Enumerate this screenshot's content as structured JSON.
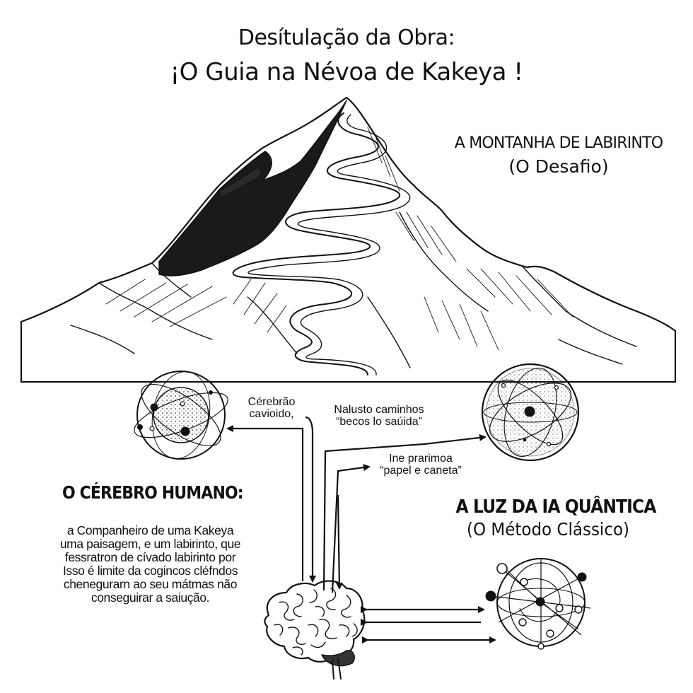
{
  "title": {
    "line1": "Desítulação da Obra:",
    "line2": "¡O Guia na Névoa de Kakeya !"
  },
  "mountain": {
    "label": "A MONTANHA DE LABIRINTO",
    "sublabel": "(O Desafio)"
  },
  "brain": {
    "label": "O CÉREBRO HUMANO:",
    "description": [
      "a Companheiro de uma Kakeya",
      "uma paisagem, e um labirinto, que",
      "fessratron de cívado labirinto por",
      "Isso é limite da cogincos cléfndos",
      "chenegurarn ao seu mátmas não",
      "conseguirar a saiução."
    ]
  },
  "quantum": {
    "label": "A LUZ DA IA QUÂNTICA",
    "sublabel": "(O Método Clássico)"
  },
  "annotations": {
    "left": [
      "Cérebrão",
      "cavioido,"
    ],
    "middle": [
      "Nalusto caminhos",
      "“becos lo saúida”"
    ],
    "lower": [
      "Ine prarimoa",
      "“papel e caneta”"
    ]
  },
  "icons": {
    "mountain": "mountain-maze-icon",
    "brain": "brain-icon",
    "sphere_left": "atom-sphere-icon",
    "sphere_right": "orbit-sphere-icon",
    "network": "network-circle-icon"
  }
}
